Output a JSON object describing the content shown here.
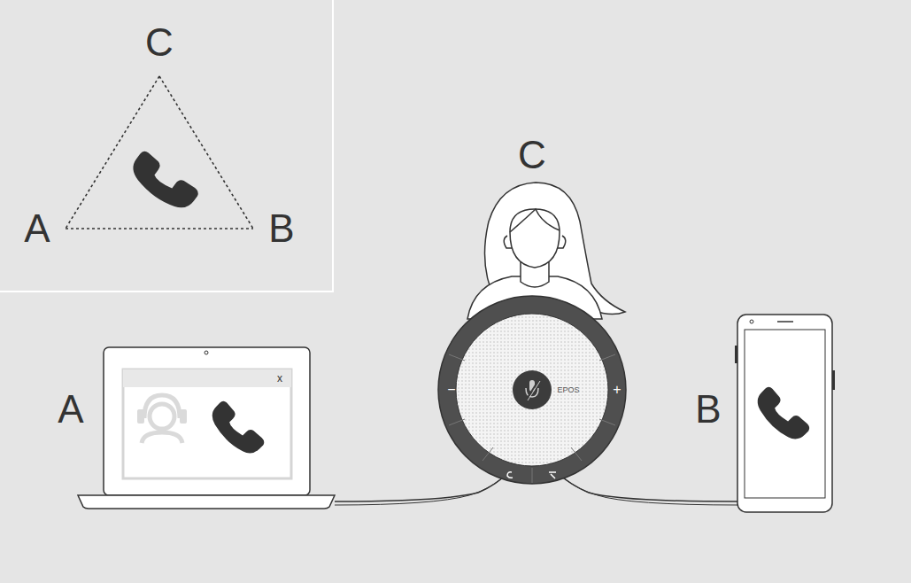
{
  "diagram": {
    "labels": [
      "C",
      "A",
      "B",
      "C",
      "A",
      "B",
      "x",
      "EPOS",
      "−",
      "+"
    ]
  }
}
